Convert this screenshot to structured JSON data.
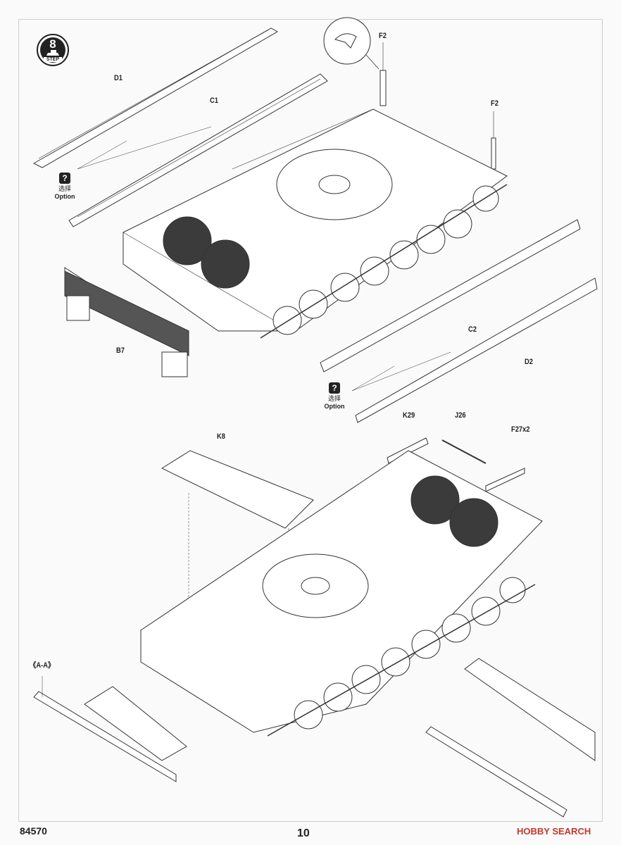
{
  "step": {
    "label": "STEP",
    "number": "8"
  },
  "parts": {
    "d1": "D1",
    "c1": "C1",
    "f2_top": "F2",
    "f2_right": "F2",
    "b7": "B7",
    "c2": "C2",
    "d2": "D2",
    "k29": "K29",
    "j26": "J26",
    "f27": "F27x2",
    "k8": "K8"
  },
  "view_label": "《A-A》",
  "option": {
    "symbol": "?",
    "cn": "选择",
    "en": "Option"
  },
  "footer": {
    "product_code": "84570",
    "page_number": "10"
  },
  "watermark": {
    "text": "HOBBY SEARCH"
  }
}
